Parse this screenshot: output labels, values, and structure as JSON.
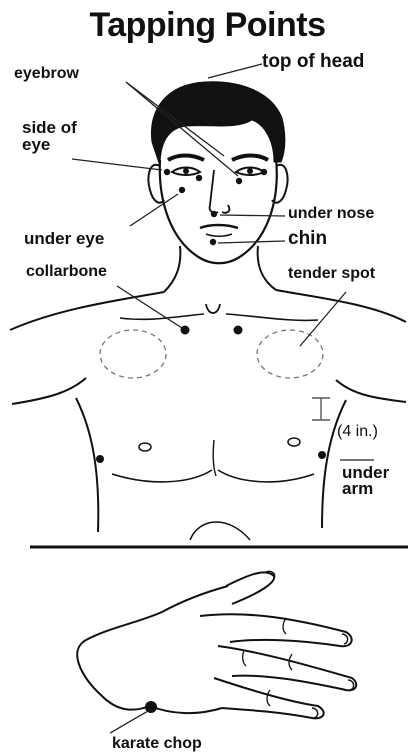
{
  "title": "Tapping Points",
  "labels": {
    "top_of_head": "top of head",
    "eyebrow": "eyebrow",
    "side_of_eye_line1": "side of",
    "side_of_eye_line2": "eye",
    "under_nose": "under nose",
    "under_eye": "under eye",
    "chin": "chin",
    "collarbone": "collarbone",
    "tender_spot": "tender spot",
    "measurement": "(4 in.)",
    "under_arm_line1": "under",
    "under_arm_line2": "arm",
    "karate_chop": "karate chop"
  },
  "colors": {
    "ink": "#111111",
    "background": "#ffffff"
  }
}
